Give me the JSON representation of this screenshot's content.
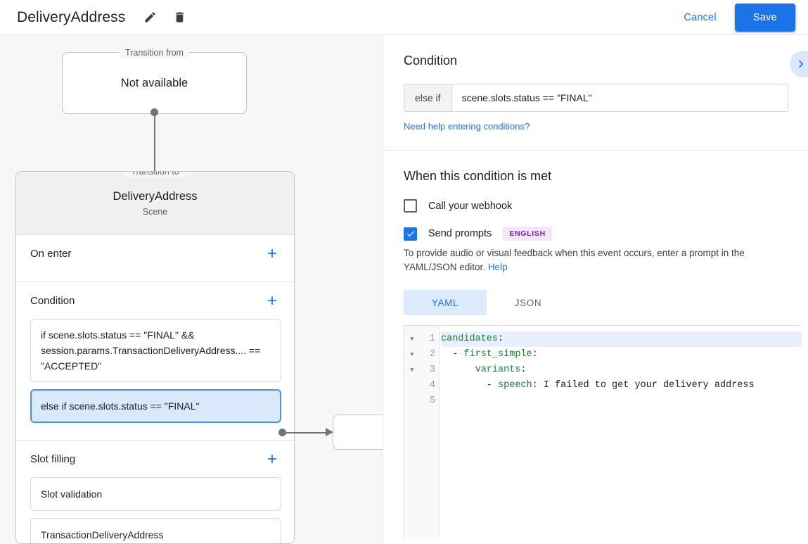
{
  "topbar": {
    "title": "DeliveryAddress",
    "edit_icon": "pencil-icon",
    "delete_icon": "trash-icon",
    "cancel_label": "Cancel",
    "save_label": "Save",
    "accent_color": "#1a73e8"
  },
  "canvas": {
    "transition_from": {
      "legend": "Transition from",
      "value": "Not available"
    },
    "transition_to": {
      "legend": "Transition to",
      "title": "DeliveryAddress",
      "subtitle": "Scene"
    },
    "sections": [
      {
        "title": "On enter",
        "add_icon": "plus-icon",
        "items": []
      },
      {
        "title": "Condition",
        "add_icon": "plus-icon",
        "items": [
          {
            "text": "if scene.slots.status == \"FINAL\" && session.params.TransactionDeliveryAddress.... == \"ACCEPTED\"",
            "selected": false
          },
          {
            "text": "else if scene.slots.status == \"FINAL\"",
            "selected": true
          }
        ]
      },
      {
        "title": "Slot filling",
        "add_icon": "plus-icon",
        "items": [
          {
            "text": "Slot validation",
            "selected": false
          },
          {
            "text": "TransactionDeliveryAddress",
            "selected": false
          }
        ]
      }
    ]
  },
  "right_panel": {
    "condition": {
      "heading": "Condition",
      "prefix": "else if",
      "expression": "scene.slots.status == \"FINAL\"",
      "help_link": "Need help entering conditions?",
      "expand_icon": "chevron-right-icon"
    },
    "when_met": {
      "heading": "When this condition is met",
      "webhook": {
        "label": "Call your webhook",
        "checked": false
      },
      "prompts": {
        "label": "Send prompts",
        "checked": true,
        "badge": "ENGLISH",
        "badge_bg": "#f3e5fb",
        "badge_color": "#7327a8"
      },
      "hint_before": "To provide audio or visual feedback when this event occurs, enter a prompt in the YAML/JSON editor.",
      "hint_link": "Help",
      "tabs": [
        {
          "label": "YAML",
          "active": true
        },
        {
          "label": "JSON",
          "active": false
        }
      ],
      "editor": {
        "lines": [
          {
            "num": "1",
            "foldable": true,
            "highlight": true,
            "tokens": [
              {
                "t": "candidates",
                "c": "key"
              },
              {
                "t": ":",
                "c": "plain"
              }
            ]
          },
          {
            "num": "2",
            "foldable": true,
            "highlight": false,
            "tokens": [
              {
                "t": "  - ",
                "c": "plain"
              },
              {
                "t": "first_simple",
                "c": "key"
              },
              {
                "t": ":",
                "c": "plain"
              }
            ]
          },
          {
            "num": "3",
            "foldable": true,
            "highlight": false,
            "tokens": [
              {
                "t": "      ",
                "c": "plain"
              },
              {
                "t": "variants",
                "c": "key"
              },
              {
                "t": ":",
                "c": "plain"
              }
            ]
          },
          {
            "num": "4",
            "foldable": false,
            "highlight": false,
            "tokens": [
              {
                "t": "        - ",
                "c": "plain"
              },
              {
                "t": "speech",
                "c": "key"
              },
              {
                "t": ": ",
                "c": "plain"
              },
              {
                "t": "I failed to get your delivery address",
                "c": "val"
              }
            ]
          },
          {
            "num": "5",
            "foldable": false,
            "highlight": false,
            "tokens": []
          }
        ]
      }
    }
  }
}
